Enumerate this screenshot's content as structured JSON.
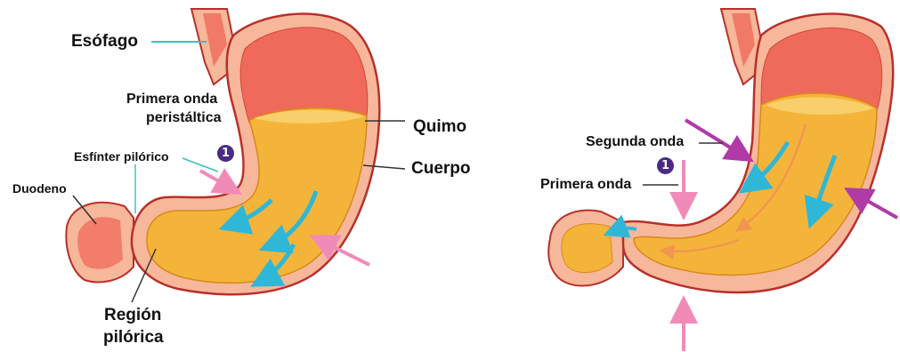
{
  "left_diagram": {
    "labels": {
      "esofago": "Esófago",
      "primera_onda_l1": "Primera onda",
      "primera_onda_l2": "peristáltica",
      "esfinter": "Esfínter pilórico",
      "duodeno": "Duodeno",
      "quimo": "Quimo",
      "cuerpo": "Cuerpo",
      "region_l1": "Región",
      "region_l2": "pilórica"
    },
    "badge": "1"
  },
  "right_diagram": {
    "labels": {
      "segunda_onda": "Segunda onda",
      "primera_onda": "Primera onda"
    },
    "badge": "1"
  },
  "colors": {
    "stomach_wall": "#f6b79a",
    "stomach_outline": "#b8302a",
    "mucosa": "#ef6a5a",
    "chyme": "#f4b43a",
    "chyme_light": "#f8cf6a",
    "flow_arrow": "#2fb7d8",
    "contraction_arrow_pink": "#f08bb8",
    "contraction_arrow_purple": "#b03aa6",
    "badge": "#4a2a86",
    "leader_line_teal": "#3fbfbf"
  }
}
